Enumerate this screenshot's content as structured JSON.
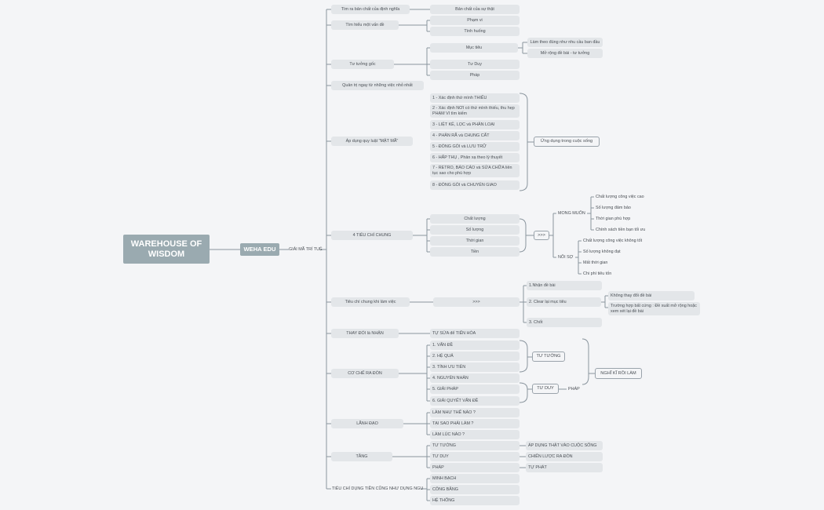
{
  "root": "WAREHOUSE OF WISDOM",
  "hub": "WEHA EDU",
  "main": "GIẢI MÃ TRÍ TUỆ",
  "branch_tim_ra": "Tìm ra bản chất của định nghĩa",
  "tim_ra_child": "Bản chất của sự thật",
  "branch_tim_hieu": "Tìm hiểu một vấn đề",
  "tim_hieu_children": [
    "Phạm vi",
    "Tình huống"
  ],
  "branch_tu_tuong_goc": "Tư tưởng gốc",
  "muc_tieu": "Mục tiêu",
  "muc_tieu_children": [
    "Làm theo đúng như nhu cầu ban đầu",
    "Mở rộng đề bài - tư tưởng"
  ],
  "tu_tuong_goc_children": [
    "Tư Duy",
    "Pháp"
  ],
  "branch_quan_tri": "Quản trị ngay từ những việc nhỏ nhất",
  "branch_ap_dung": "Áp dụng quy luật \"MẬT MÃ\"",
  "ap_dung_steps": [
    "1 - Xác định thứ mình THIẾU",
    "2 - Xác định NƠI có thứ mình thiếu, thu hẹp PHẠM VI tìm kiếm",
    "3 - LIỆT KÊ, LỌC và PHÂN LOẠI",
    "4 - PHÂN RÃ và CHUNG CẤT",
    "5 - ĐÓNG GÓI và LƯU TRỮ",
    "6 - HẤP THỤ , Phản xạ theo lý thuyết",
    "7 - RETRO, BÁO CÁO và SỬA CHỮA liên tục sao cho phù hợp",
    "8 - ĐÓNG GÓI và CHUYỂN GIAO"
  ],
  "ung_dung": "Ứng dụng trong cuộc sống",
  "branch_4tieuchi": "4 TIÊU CHÍ CHUNG",
  "tieuchi_items": [
    "Chất lượng",
    "Số lượng",
    "Thời gian",
    "Tiền"
  ],
  "tieuchi_arrow": ">>>",
  "mong_muon": "MONG MUỐN",
  "mong_muon_items": [
    "Chất lượng công việc cao",
    "Số lượng đảm bảo",
    "Thời gian phù hợp",
    "Chính sách tiền bạn tối ưu"
  ],
  "noi_so": "NỖI SỢ",
  "noi_so_items": [
    "Chất lượng công việc không tốt",
    "Số lượng không đạt",
    "Mất thời gian",
    "Chi phí tiêu tốn"
  ],
  "branch_tieuchi_lam_viec": "Tiêu chí chung khi làm việc",
  "lam_viec_arrow": ">>>",
  "lam_viec_steps": [
    "1.Nhận đề bài",
    "2. Clear lại mục tiêu",
    "3. Chốt"
  ],
  "clear_children": [
    "Không thay đổi đề bài",
    "Trường hợp bất cứng : Đề xuất mở rộng hoặc xem xét lại đề bài"
  ],
  "branch_thay_doi": "THAY ĐỔI là NHẬN",
  "thay_doi_child": "TỰ SỬA để TIẾN HÓA",
  "branch_co_che": "CƠ CHẾ RA ĐÒN",
  "co_che_items": [
    "1. VẤN ĐỀ",
    "2. HỆ QUẢ",
    "3. TÍNH ƯU TIÊN",
    "4. NGUYÊN NHÂN",
    "5. GIẢI PHÁP",
    "6. GIẢI QUYẾT VẤN ĐỀ"
  ],
  "co_che_tu_tuong": "TƯ TƯỞNG",
  "co_che_tu_duy": "TƯ DUY",
  "co_che_phap": "PHÁP",
  "nghi_ki": "NGHĨ KĨ RỒI LÀM",
  "branch_lanh_dao": "LÃNH ĐẠO",
  "lanh_dao_items": [
    "LÀM NHƯ THẾ NÀO ?",
    "TẠI SAO PHẢI LÀM ?",
    "LÀM LÚC NÀO ?"
  ],
  "branch_tang": "TẦNG",
  "tang_items": [
    "TƯ TƯỞNG",
    "TƯ DUY",
    "PHÁP"
  ],
  "tang_results": [
    "ÁP DỤNG THẬT VÀO CUỘC SỐNG",
    "CHIẾN LƯỢC RA ĐÒN",
    "TỰ PHÁT"
  ],
  "branch_tieu_chi_tien": "TIÊU CHÍ DỤNG TIỀN CŨNG NHƯ DỤNG NGƯỜI",
  "tieu_chi_tien_items": [
    "MINH BẠCH",
    "CÔNG BẰNG",
    "HỆ THỐNG"
  ],
  "colors": {
    "background": "#f4f5f7",
    "pill": "#e3e6e9",
    "root": "#9aaab0",
    "line": "#8a959e",
    "text": "#4a4f55"
  }
}
